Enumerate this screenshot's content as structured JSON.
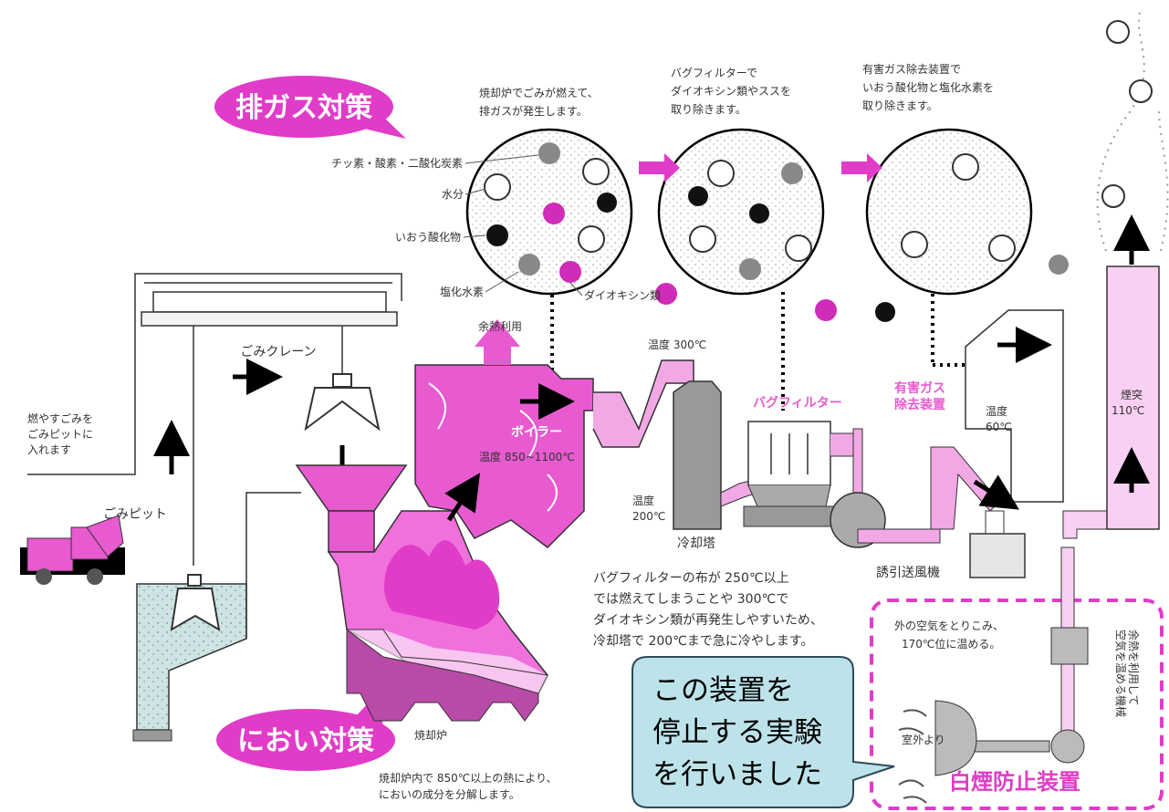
{
  "badges": {
    "exhaust": "排ガス対策",
    "odor": "におい対策"
  },
  "captions": {
    "stage1": [
      "焼却炉でごみが燃えて、",
      "排ガスが発生します。"
    ],
    "stage2": [
      "バグフィルターで",
      "ダイオキシン類やススを",
      "取り除きます。"
    ],
    "stage3": [
      "有害ガス除去装置で",
      "いおう酸化物と塩化水素を",
      "取り除きます。"
    ],
    "cooling": [
      "バグフィルターの布が 250℃以上",
      "では燃えてしまうことや 300℃で",
      "ダイオキシン類が再発生しやすいため、",
      "冷却塔で 200℃まで急に冷やします。"
    ],
    "odor": [
      "焼却炉内で 850℃以上の熱により、",
      "においの成分を分解します。"
    ],
    "intake": [
      "外の空気をとりこみ、",
      "170℃位に温める。"
    ],
    "put_waste": [
      "燃やすごみを",
      "ごみピットに",
      "入れます"
    ]
  },
  "legend": {
    "nitrogen": "チッ素・酸素・二酸化炭素",
    "water": "水分",
    "sulfur": "いおう酸化物",
    "hcl": "塩化水素",
    "dioxin": "ダイオキシン類"
  },
  "equipment": {
    "crane": "ごみクレーン",
    "pit": "ごみピット",
    "waste_heat": "余熱利用",
    "boiler": "ボイラー",
    "boiler_temp": "温度 850~1100℃",
    "temp300": "温度 300℃",
    "bag_filter": "バグフィルター",
    "temp200": [
      "温度",
      "200℃"
    ],
    "cooling_tower": "冷却塔",
    "fan": "誘引送風機",
    "harmful_gas": [
      "有害ガス",
      "除去装置"
    ],
    "temp60": [
      "温度",
      "60℃"
    ],
    "chimney": [
      "煙突",
      "110℃"
    ],
    "incinerator": "焼却炉",
    "outside": "室外より",
    "heater_note": [
      "余熱を利用して",
      "空気を温める機械"
    ],
    "white_smoke": "白煙防止装置"
  },
  "callout": [
    "この装置を",
    "停止する実験",
    "を行いました"
  ],
  "colors": {
    "magenta": "#e03cc8",
    "pink": "#f070dc",
    "light_pink": "#f9d0f2",
    "callout_bg": "#bde3ea",
    "callout_border": "#2d4a59"
  }
}
